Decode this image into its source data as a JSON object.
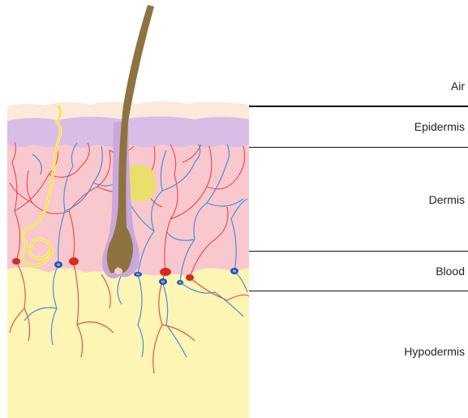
{
  "layers": [
    {
      "key": "air",
      "label": "Air"
    },
    {
      "key": "epidermis",
      "label": "Epidermis"
    },
    {
      "key": "dermis",
      "label": "Dermis"
    },
    {
      "key": "blood",
      "label": "Blood"
    },
    {
      "key": "hypodermis",
      "label": "Hypodermis"
    }
  ],
  "colors": {
    "surface": "#fbe9dc",
    "epidermis": "#d9bde6",
    "dermis": "#f9c8cf",
    "hypodermis": "#fcf5b4",
    "hair": "#8e7340",
    "hair_sheath": "#c9a9d9",
    "artery": "#e8504f",
    "vein": "#4d8fd1",
    "nerve": "#fbf07a",
    "gland": "#e8e06a",
    "vessel_red": "#d82a1d",
    "vessel_blue": "#1f56b8"
  }
}
